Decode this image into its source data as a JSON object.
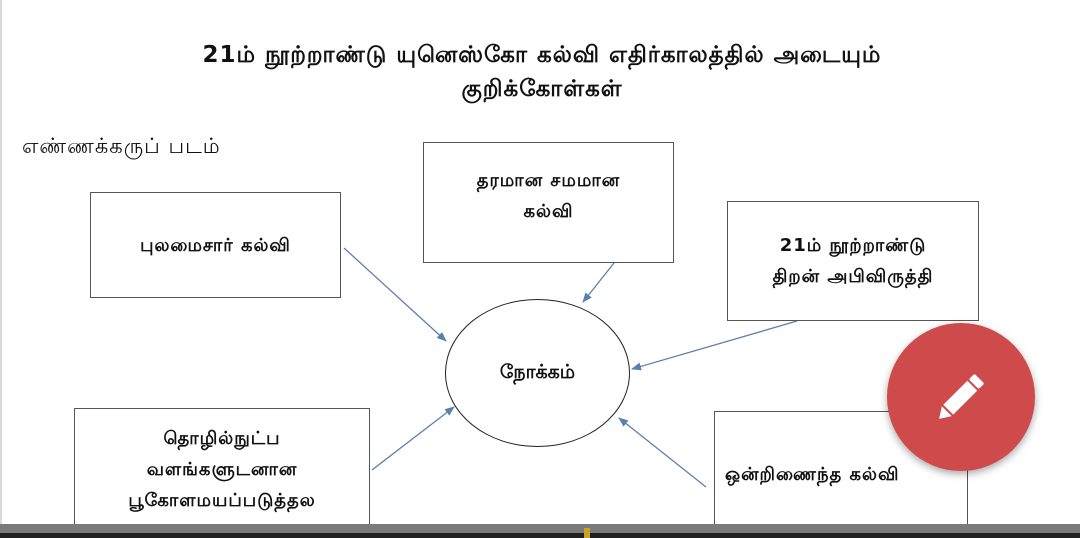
{
  "title_line1": "21ம் நூற்றாண்டு யுனெஸ்கோ கல்வி எதிர்காலத்தில் அடையும்",
  "title_line2": "குறிக்கோள்கள்",
  "caption": "எண்ணக்கருப் படம்",
  "center": "நோக்கம்",
  "boxes": {
    "top_left": "புலமைசார் கல்வி",
    "top_center_line1": "தரமான சமமான",
    "top_center_line2": "கல்வி",
    "top_right_line1": "21ம் நூற்றாண்டு",
    "top_right_line2": "திறன் அபிவிருத்தி",
    "bottom_left_line1": "தொழில்நுட்ப",
    "bottom_left_line2": "வளங்களுடனான",
    "bottom_left_line3": "பூகோளமயப்படுத்தல",
    "bottom_right": "ஒன்றிணைந்த கல்வி"
  },
  "colors": {
    "arrow": "#5b7fae",
    "fab": "#cf4a4a"
  },
  "icons": {
    "fab": "pencil-icon"
  }
}
